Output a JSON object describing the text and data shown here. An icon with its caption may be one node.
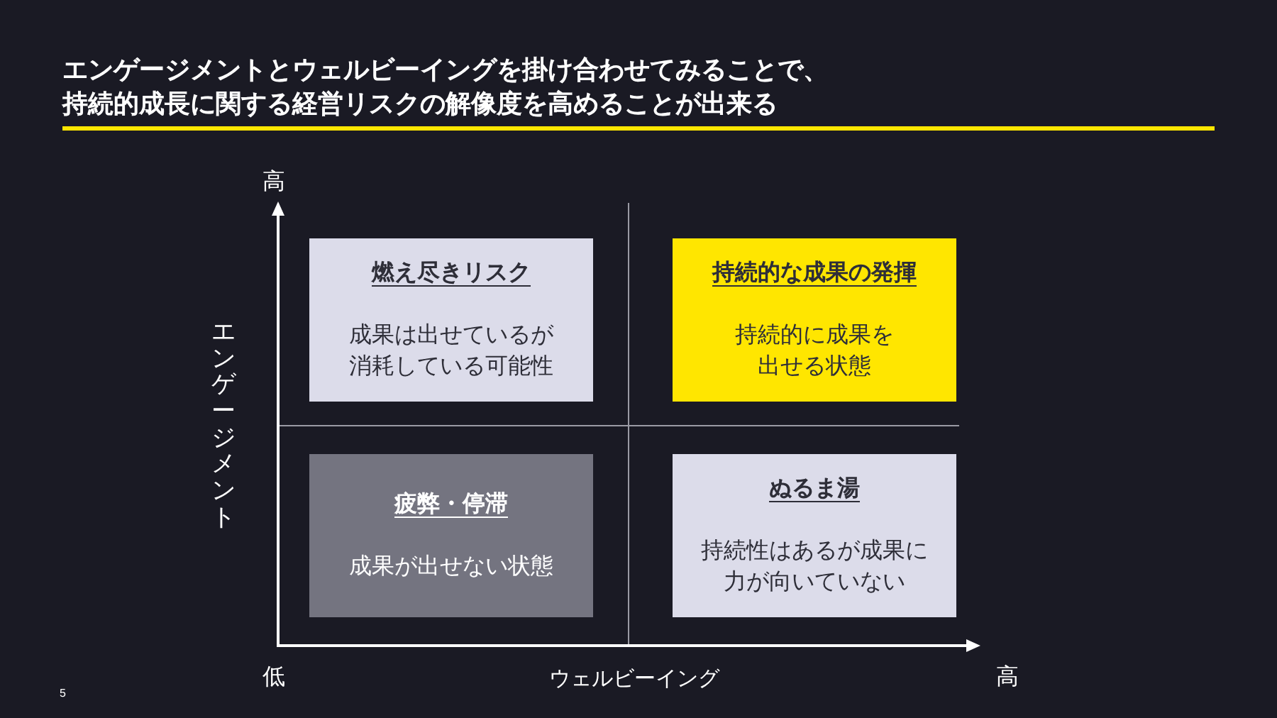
{
  "diagram": {
    "title": "エンゲージメントとウェルビーイングを掛け合わせてみることで、持続的成長に関する経営リスクの解像度を高めることが出来る",
    "nodes": [
      {
        "text": [
          "燃え尽きリスク",
          "成果は出せているが消耗している可能性"
        ]
      },
      {
        "text": [
          "持続的な成果の発揮",
          "持続的に成果を出せる状態"
        ]
      },
      {
        "text": [
          "疲弊・停滞",
          "成果が出せない状態"
        ]
      },
      {
        "text": [
          "ぬるま湯",
          "持続性はあるが成果に力が向いていない"
        ]
      }
    ],
    "labels": [
      "高",
      "エンゲージメント",
      "低",
      "ウェルビーイング",
      "高",
      "5"
    ]
  }
}
